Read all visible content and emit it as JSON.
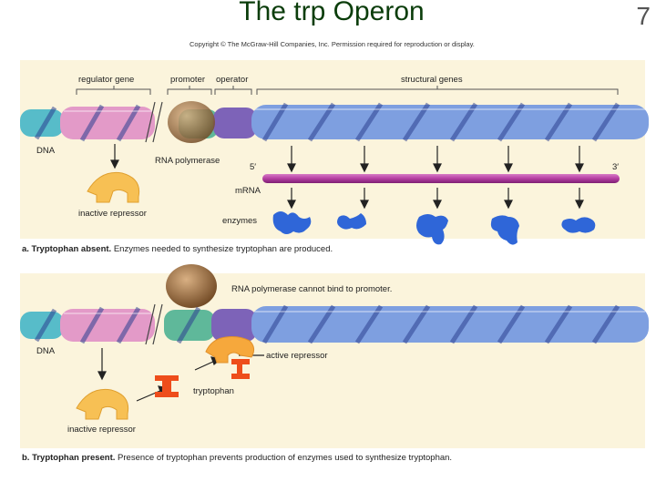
{
  "title": "The trp Operon",
  "slide_number": "7",
  "copyright": "Copyright © The McGraw-Hill Companies, Inc. Permission required for reproduction or display.",
  "panel_a": {
    "labels": {
      "regulator_gene": "regulator gene",
      "promoter": "promoter",
      "operator": "operator",
      "structural_genes": "structural genes",
      "dna": "DNA",
      "rna_polymerase": "RNA polymerase",
      "five_prime": "5′",
      "three_prime": "3′",
      "mrna": "mRNA",
      "enzymes": "enzymes",
      "inactive_repressor": "inactive repressor"
    },
    "caption_bold": "a. Tryptophan absent.",
    "caption_text": " Enzymes needed to synthesize tryptophan are produced."
  },
  "panel_b": {
    "labels": {
      "polymerase_note": "RNA polymerase cannot bind to promoter.",
      "dna": "DNA",
      "active_repressor": "active repressor",
      "tryptophan": "tryptophan",
      "inactive_repressor": "inactive repressor"
    },
    "caption_bold": "b. Tryptophan present.",
    "caption_text": " Presence of tryptophan prevents production of enzymes used to synthesize tryptophan."
  },
  "colors": {
    "panel_bg": "#fbf4dc",
    "regulator_dna": "#e39ac8",
    "promoter_dna": "#5fb89a",
    "operator_dna": "#7d63b8",
    "structural_dna": "#7e9fe0",
    "left_dna": "#57bcc9",
    "mrna": "#b43ea2",
    "enzyme": "#2f66d8",
    "repressor_inactive": "#f7c054",
    "repressor_active": "#f6a83c",
    "tryptophan": "#ee4d1b",
    "rna_polymerase": "#9b6f3e",
    "title": "#0b3d0b"
  }
}
